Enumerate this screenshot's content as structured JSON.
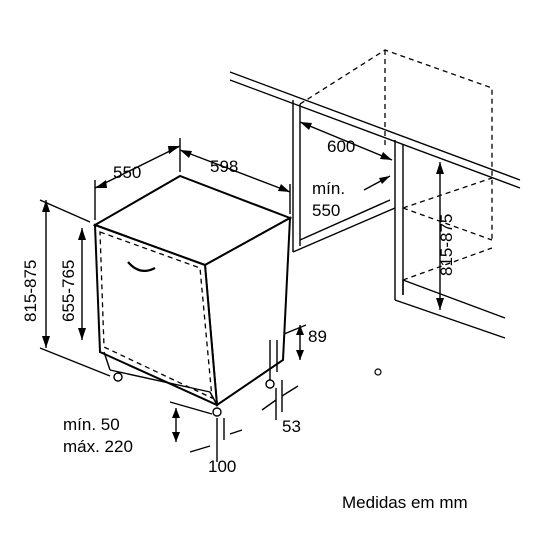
{
  "dims": {
    "depth": "550",
    "width": "598",
    "niche_width": "600",
    "min_depth_line1": "mín.",
    "min_depth_line2": "550",
    "niche_height": "815-875",
    "height_left": "815-875",
    "height_inner": "655-765",
    "plinth_height": "89",
    "plinth_depth": "53",
    "foot_line1": "mín. 50",
    "foot_line2": "máx. 220",
    "foot_offset": "100"
  },
  "caption": "Medidas em mm"
}
